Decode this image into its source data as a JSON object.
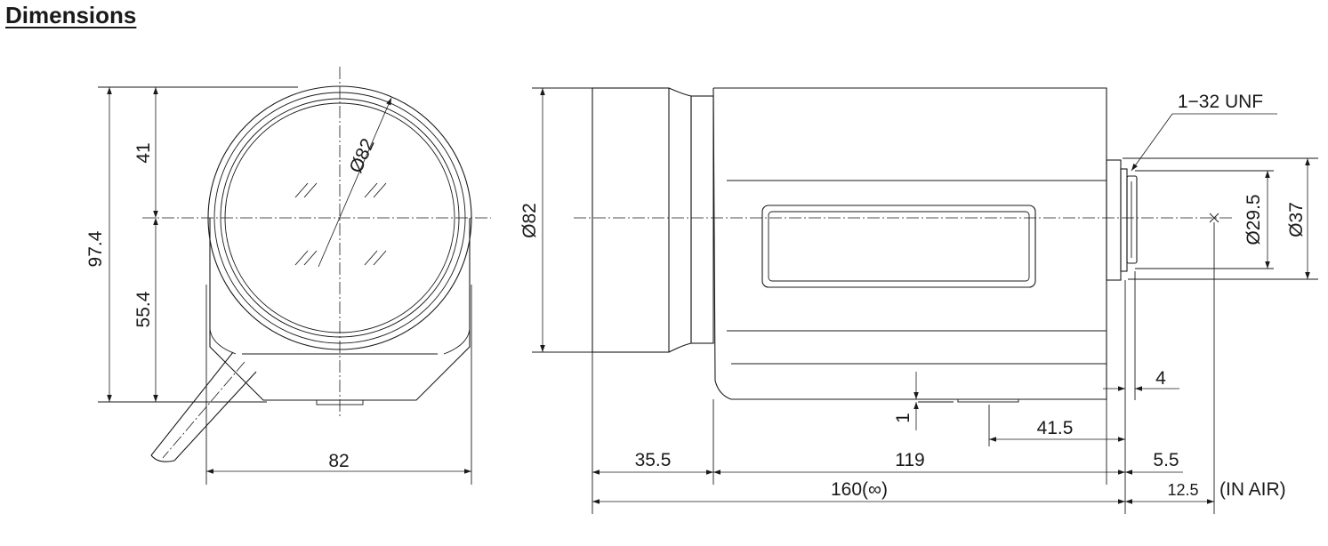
{
  "title": "Dimensions",
  "front_view": {
    "dim_height_total": "97.4",
    "dim_height_upper": "41",
    "dim_height_lower": "55.4",
    "dim_diameter": "Ø82",
    "dim_width": "82"
  },
  "side_view": {
    "dim_diameter_front": "Ø82",
    "thread": "1−32 UNF",
    "dim_diameter_29_5": "Ø29.5",
    "dim_diameter_37": "Ø37",
    "dim_4": "4",
    "dim_1": "1",
    "dim_41_5": "41.5",
    "dim_35_5": "35.5",
    "dim_119": "119",
    "dim_5_5": "5.5",
    "dim_160": "160(∞)",
    "dim_12_5": "12.5",
    "in_air": "(IN AIR)"
  }
}
